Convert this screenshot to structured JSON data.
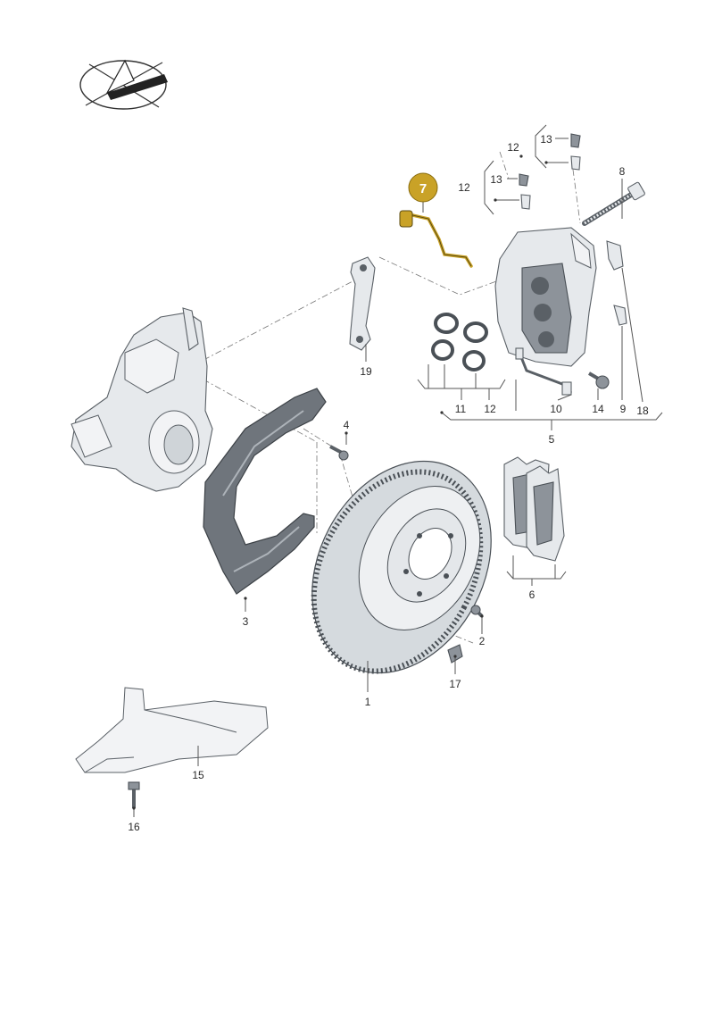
{
  "highlight_color": "#c9a227",
  "logo_icon": "pen-nib-in-ellipse-icon",
  "callouts": [
    {
      "id": "c1",
      "label": "1"
    },
    {
      "id": "c2",
      "label": "2"
    },
    {
      "id": "c3",
      "label": "3"
    },
    {
      "id": "c4",
      "label": "4"
    },
    {
      "id": "c5",
      "label": "5"
    },
    {
      "id": "c6",
      "label": "6"
    },
    {
      "id": "c7",
      "label": "7",
      "highlighted": true
    },
    {
      "id": "c8",
      "label": "8"
    },
    {
      "id": "c9",
      "label": "9"
    },
    {
      "id": "c10",
      "label": "10"
    },
    {
      "id": "c11",
      "label": "11"
    },
    {
      "id": "c12a",
      "label": "12"
    },
    {
      "id": "c12b",
      "label": "12"
    },
    {
      "id": "c12c",
      "label": "12"
    },
    {
      "id": "c13a",
      "label": "13"
    },
    {
      "id": "c13b",
      "label": "13"
    },
    {
      "id": "c14",
      "label": "14"
    },
    {
      "id": "c15",
      "label": "15"
    },
    {
      "id": "c16",
      "label": "16"
    },
    {
      "id": "c17",
      "label": "17"
    },
    {
      "id": "c18",
      "label": "18"
    },
    {
      "id": "c19",
      "label": "19"
    }
  ]
}
